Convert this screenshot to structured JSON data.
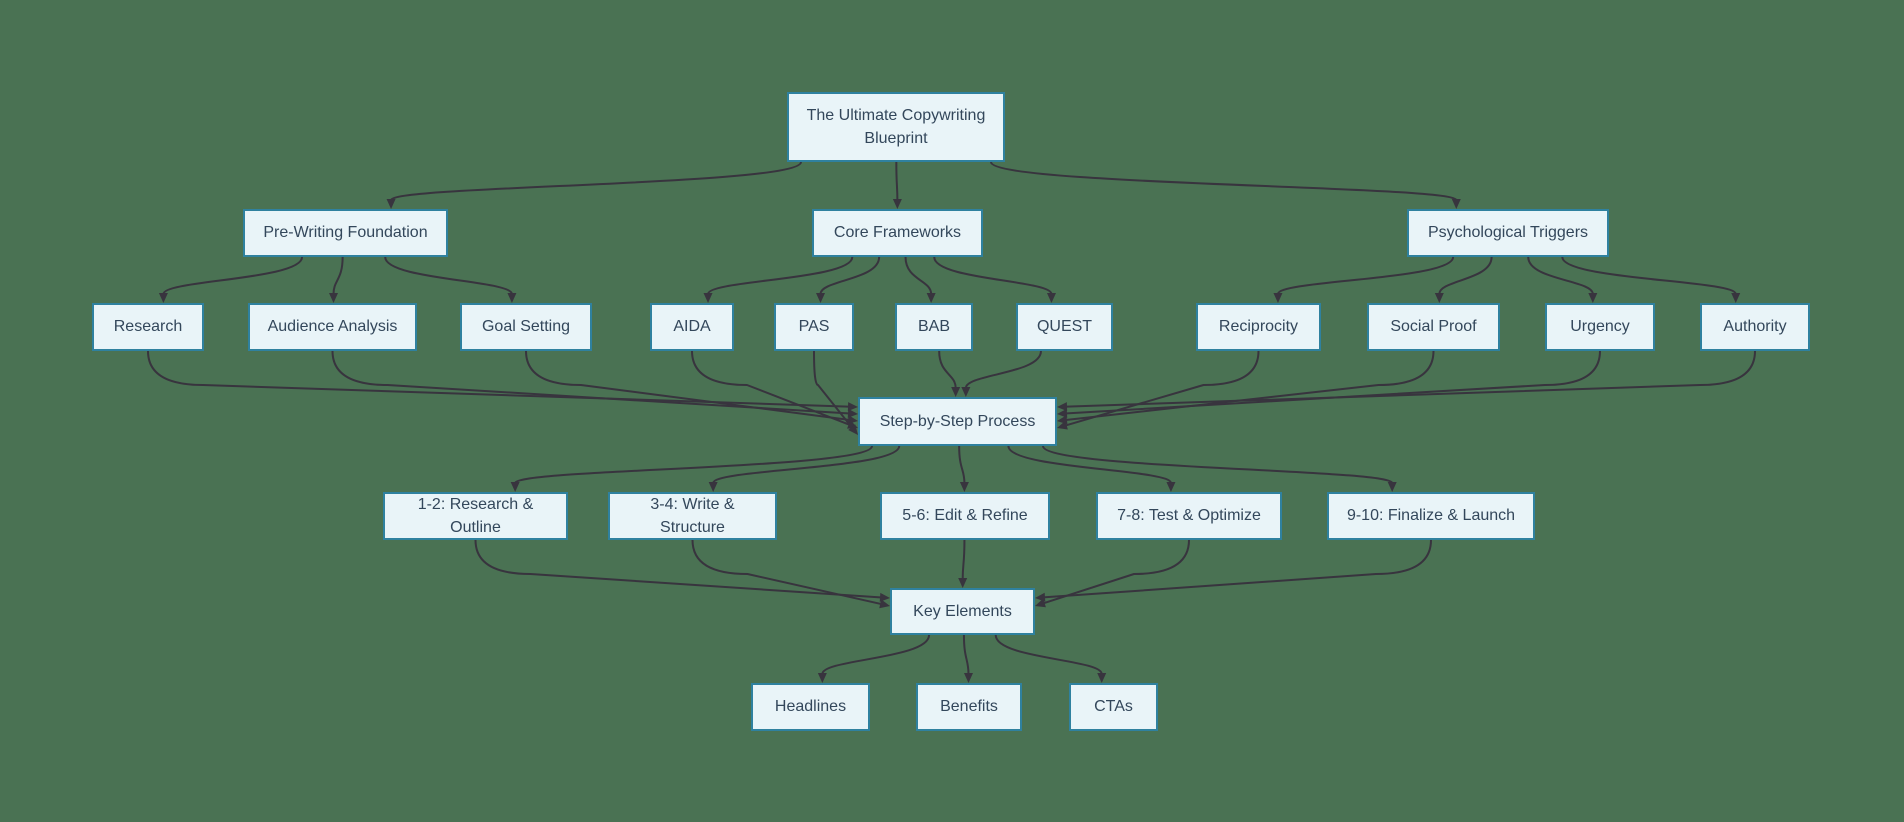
{
  "diagram": {
    "type": "flowchart",
    "direction": "top-down",
    "colors": {
      "background": "#4a7253",
      "node_fill": "#e9f4f8",
      "node_border": "#2f819f",
      "node_text": "#33475b",
      "edge": "#38343e"
    },
    "nodes": [
      {
        "id": "root",
        "label": "The Ultimate Copywriting Blueprint"
      },
      {
        "id": "pre",
        "label": "Pre-Writing Foundation"
      },
      {
        "id": "core",
        "label": "Core Frameworks"
      },
      {
        "id": "psych",
        "label": "Psychological Triggers"
      },
      {
        "id": "research",
        "label": "Research"
      },
      {
        "id": "audience",
        "label": "Audience Analysis"
      },
      {
        "id": "goal",
        "label": "Goal Setting"
      },
      {
        "id": "aida",
        "label": "AIDA"
      },
      {
        "id": "pas",
        "label": "PAS"
      },
      {
        "id": "bab",
        "label": "BAB"
      },
      {
        "id": "quest",
        "label": "QUEST"
      },
      {
        "id": "reciprocity",
        "label": "Reciprocity"
      },
      {
        "id": "social",
        "label": "Social Proof"
      },
      {
        "id": "urgency",
        "label": "Urgency"
      },
      {
        "id": "authority",
        "label": "Authority"
      },
      {
        "id": "step",
        "label": "Step-by-Step Process"
      },
      {
        "id": "p12",
        "label": "1-2: Research & Outline"
      },
      {
        "id": "p34",
        "label": "3-4: Write & Structure"
      },
      {
        "id": "p56",
        "label": "5-6: Edit & Refine"
      },
      {
        "id": "p78",
        "label": "7-8: Test & Optimize"
      },
      {
        "id": "p910",
        "label": "9-10: Finalize & Launch"
      },
      {
        "id": "key",
        "label": "Key Elements"
      },
      {
        "id": "headlines",
        "label": "Headlines"
      },
      {
        "id": "benefits",
        "label": "Benefits"
      },
      {
        "id": "ctas",
        "label": "CTAs"
      }
    ],
    "edges": [
      {
        "from": "root",
        "to": "pre"
      },
      {
        "from": "root",
        "to": "core"
      },
      {
        "from": "root",
        "to": "psych"
      },
      {
        "from": "pre",
        "to": "research"
      },
      {
        "from": "pre",
        "to": "audience"
      },
      {
        "from": "pre",
        "to": "goal"
      },
      {
        "from": "core",
        "to": "aida"
      },
      {
        "from": "core",
        "to": "pas"
      },
      {
        "from": "core",
        "to": "bab"
      },
      {
        "from": "core",
        "to": "quest"
      },
      {
        "from": "psych",
        "to": "reciprocity"
      },
      {
        "from": "psych",
        "to": "social"
      },
      {
        "from": "psych",
        "to": "urgency"
      },
      {
        "from": "psych",
        "to": "authority"
      },
      {
        "from": "research",
        "to": "step"
      },
      {
        "from": "audience",
        "to": "step"
      },
      {
        "from": "goal",
        "to": "step"
      },
      {
        "from": "aida",
        "to": "step"
      },
      {
        "from": "pas",
        "to": "step"
      },
      {
        "from": "bab",
        "to": "step"
      },
      {
        "from": "quest",
        "to": "step"
      },
      {
        "from": "reciprocity",
        "to": "step"
      },
      {
        "from": "social",
        "to": "step"
      },
      {
        "from": "urgency",
        "to": "step"
      },
      {
        "from": "authority",
        "to": "step"
      },
      {
        "from": "step",
        "to": "p12"
      },
      {
        "from": "step",
        "to": "p34"
      },
      {
        "from": "step",
        "to": "p56"
      },
      {
        "from": "step",
        "to": "p78"
      },
      {
        "from": "step",
        "to": "p910"
      },
      {
        "from": "p12",
        "to": "key"
      },
      {
        "from": "p34",
        "to": "key"
      },
      {
        "from": "p56",
        "to": "key"
      },
      {
        "from": "p78",
        "to": "key"
      },
      {
        "from": "p910",
        "to": "key"
      },
      {
        "from": "key",
        "to": "headlines"
      },
      {
        "from": "key",
        "to": "benefits"
      },
      {
        "from": "key",
        "to": "ctas"
      }
    ]
  }
}
